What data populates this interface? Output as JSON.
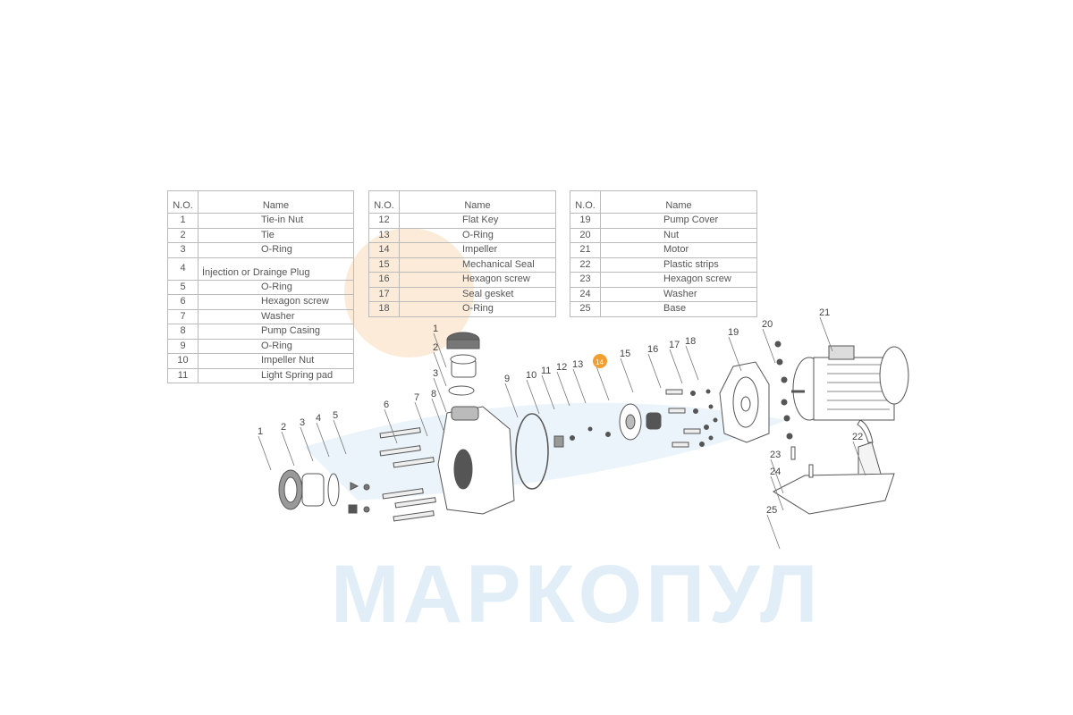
{
  "header": {
    "no": "N.O.",
    "name": "Name"
  },
  "tables": [
    [
      {
        "no": "1",
        "name": "Tie-in Nut"
      },
      {
        "no": "2",
        "name": "Tie"
      },
      {
        "no": "3",
        "name": "O-Ring"
      },
      {
        "no": "4",
        "name": "İnjection or Drainge Plug"
      },
      {
        "no": "5",
        "name": "O-Ring"
      },
      {
        "no": "6",
        "name": "Hexagon screw"
      },
      {
        "no": "7",
        "name": "Washer"
      },
      {
        "no": "8",
        "name": "Pump Casing"
      },
      {
        "no": "9",
        "name": "O-Ring"
      },
      {
        "no": "10",
        "name": "Impeller Nut"
      },
      {
        "no": "11",
        "name": "Light Spring pad"
      }
    ],
    [
      {
        "no": "12",
        "name": "Flat Key"
      },
      {
        "no": "13",
        "name": "O-Ring"
      },
      {
        "no": "14",
        "name": "Impeller"
      },
      {
        "no": "15",
        "name": "Mechanical Seal"
      },
      {
        "no": "16",
        "name": "Hexagon screw"
      },
      {
        "no": "17",
        "name": "Seal gesket"
      },
      {
        "no": "18",
        "name": "O-Ring"
      }
    ],
    [
      {
        "no": "19",
        "name": "Pump Cover"
      },
      {
        "no": "20",
        "name": "Nut"
      },
      {
        "no": "21",
        "name": "Motor"
      },
      {
        "no": "22",
        "name": "Plastic strips"
      },
      {
        "no": "23",
        "name": "Hexagon screw"
      },
      {
        "no": "24",
        "name": "Washer"
      },
      {
        "no": "25",
        "name": "Base"
      }
    ]
  ],
  "callouts": [
    "1",
    "2",
    "3",
    "4",
    "5",
    "6",
    "7",
    "8",
    "1",
    "2",
    "3",
    "9",
    "10",
    "11",
    "12",
    "13",
    "14",
    "15",
    "16",
    "17",
    "18",
    "19",
    "20",
    "21",
    "22",
    "23",
    "24",
    "25"
  ],
  "watermark": "МАРКОПУЛ",
  "colors": {
    "highlight": "#f0a030",
    "watermark_blue": "#cfe3f3",
    "watermark_orange": "#fbe3c8"
  }
}
